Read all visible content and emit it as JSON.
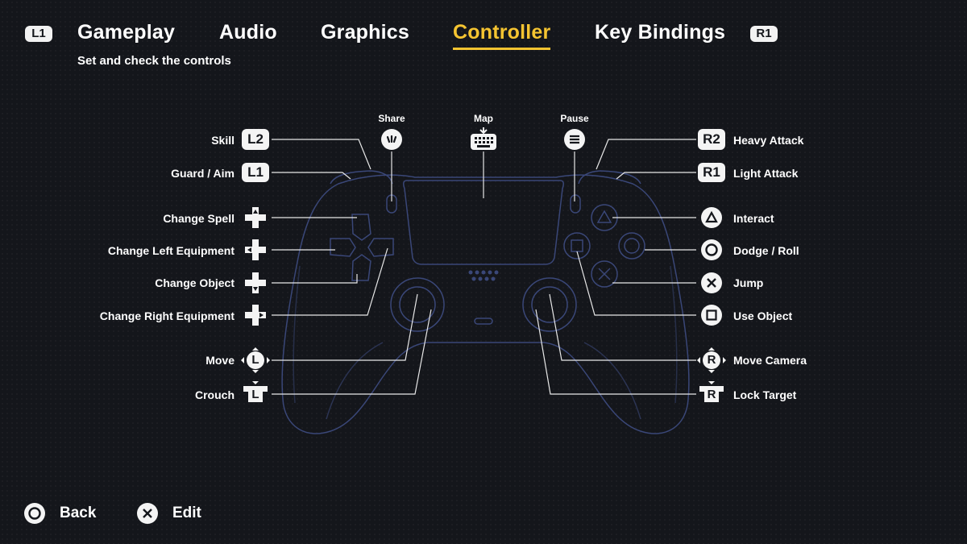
{
  "tabs": {
    "left_hint": "L1",
    "right_hint": "R1",
    "items": [
      {
        "label": "Gameplay",
        "active": false
      },
      {
        "label": "Audio",
        "active": false
      },
      {
        "label": "Graphics",
        "active": false
      },
      {
        "label": "Controller",
        "active": true
      },
      {
        "label": "Key Bindings",
        "active": false
      }
    ],
    "accent_color": "#f5c431"
  },
  "subtitle": "Set and check the controls",
  "top_buttons": {
    "share": "Share",
    "map": "Map",
    "pause": "Pause"
  },
  "left_bindings": {
    "skill": {
      "label": "Skill",
      "button": "L2"
    },
    "guard": {
      "label": "Guard / Aim",
      "button": "L1"
    },
    "change_spell": {
      "label": "Change Spell",
      "icon": "dpad-up-icon"
    },
    "change_left": {
      "label": "Change Left Equipment",
      "icon": "dpad-left-icon"
    },
    "change_object": {
      "label": "Change Object",
      "icon": "dpad-down-icon"
    },
    "change_right": {
      "label": "Change Right Equipment",
      "icon": "dpad-right-icon"
    },
    "move": {
      "label": "Move",
      "button": "L"
    },
    "crouch": {
      "label": "Crouch",
      "button": "L"
    }
  },
  "right_bindings": {
    "heavy": {
      "label": "Heavy Attack",
      "button": "R2"
    },
    "light": {
      "label": "Light Attack",
      "button": "R1"
    },
    "interact": {
      "label": "Interact",
      "icon": "triangle-icon"
    },
    "dodge": {
      "label": "Dodge / Roll",
      "icon": "circle-icon"
    },
    "jump": {
      "label": "Jump",
      "icon": "cross-icon"
    },
    "use_object": {
      "label": "Use Object",
      "icon": "square-icon"
    },
    "camera": {
      "label": "Move Camera",
      "button": "R"
    },
    "lock": {
      "label": "Lock Target",
      "button": "R"
    }
  },
  "footer": {
    "back": "Back",
    "edit": "Edit"
  },
  "controller_outline_color": "#3a4778"
}
